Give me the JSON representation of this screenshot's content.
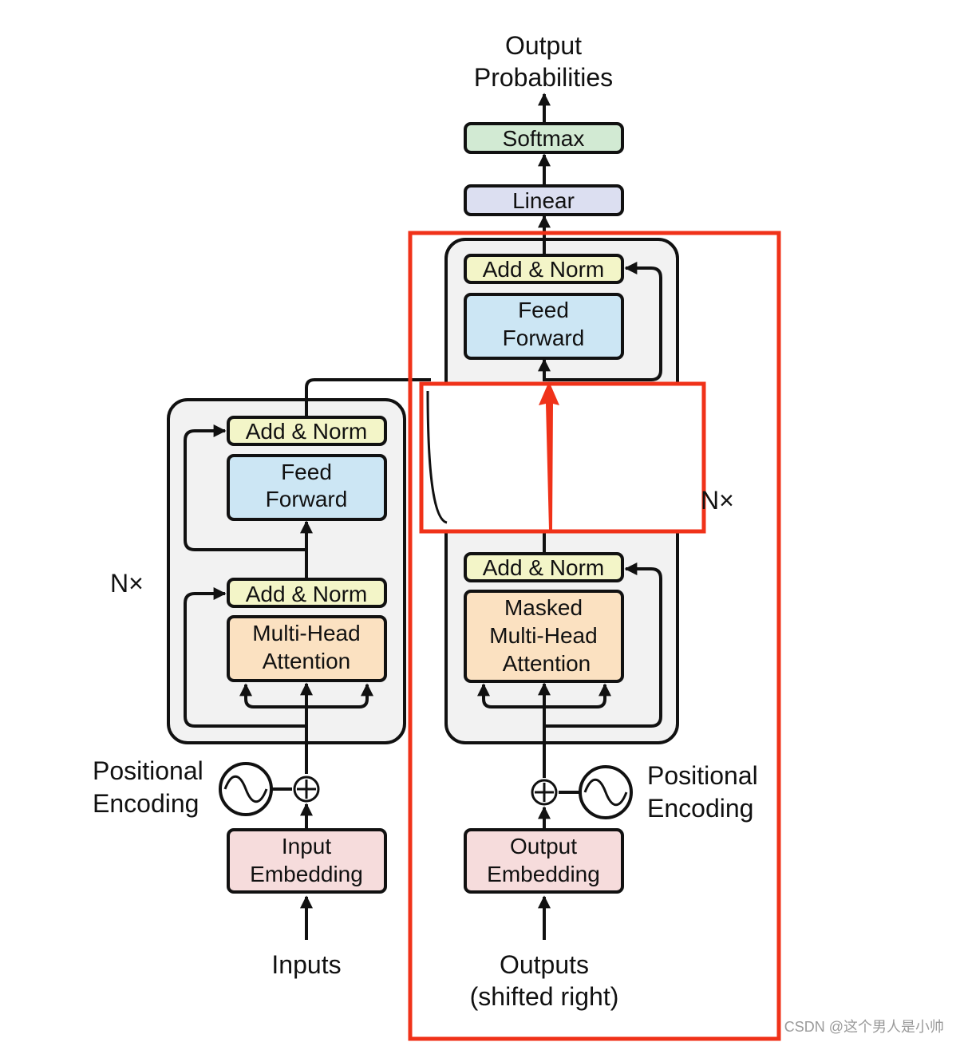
{
  "output": {
    "line1": "Output",
    "line2": "Probabilities"
  },
  "softmax": "Softmax",
  "linear": "Linear",
  "decoder": {
    "add_norm_top": "Add & Norm",
    "ff_line1": "Feed",
    "ff_line2": "Forward",
    "add_norm_bottom": "Add & Norm",
    "mmha_line1": "Masked",
    "mmha_line2": "Multi-Head",
    "mmha_line3": "Attention",
    "nx": "N×"
  },
  "encoder": {
    "add_norm_top": "Add & Norm",
    "ff_line1": "Feed",
    "ff_line2": "Forward",
    "add_norm_bottom": "Add & Norm",
    "mha_line1": "Multi-Head",
    "mha_line2": "Attention",
    "nx": "N×"
  },
  "positional_encoding_left": {
    "line1": "Positional",
    "line2": "Encoding"
  },
  "positional_encoding_right": {
    "line1": "Positional",
    "line2": "Encoding"
  },
  "input_embedding": {
    "line1": "Input",
    "line2": "Embedding"
  },
  "output_embedding": {
    "line1": "Output",
    "line2": "Embedding"
  },
  "inputs_label": "Inputs",
  "outputs_label": {
    "line1": "Outputs",
    "line2": "(shifted right)"
  },
  "watermark": "CSDN @这个男人是小帅",
  "colors": {
    "add_norm": "#f3f5c8",
    "feed_forward": "#cce6f4",
    "attention": "#fbe1c1",
    "embedding": "#f6dcdc",
    "linear": "#dcdff1",
    "softmax": "#d2ead3",
    "stack_bg": "#f2f2f2",
    "highlight": "#f03219"
  }
}
